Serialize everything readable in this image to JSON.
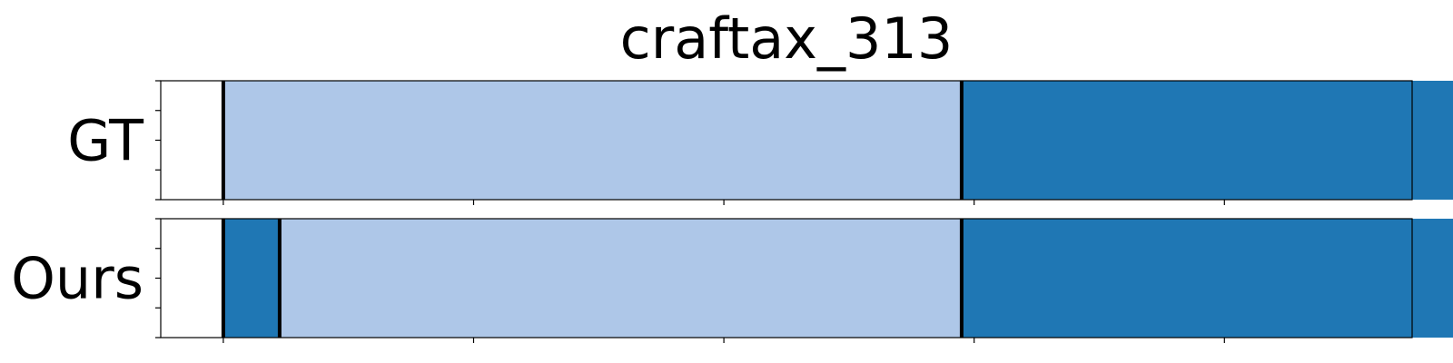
{
  "chart_data": {
    "type": "bar",
    "title": "craftax_313",
    "xlim": [
      0,
      100
    ],
    "show_x_tick_labels": false,
    "show_y_tick_labels": false,
    "x_tick_count": 6,
    "y_tick_count": 5,
    "boundary_color": "#000000",
    "colors": {
      "light": "#aec7e8",
      "dark": "#1f77b4"
    },
    "rows": [
      {
        "label": "GT",
        "segments": [
          {
            "start": 5,
            "end": 64,
            "color": "light"
          },
          {
            "start": 64,
            "end": 105,
            "color": "dark"
          }
        ]
      },
      {
        "label": "Ours",
        "segments": [
          {
            "start": 5,
            "end": 9.5,
            "color": "dark"
          },
          {
            "start": 9.5,
            "end": 64,
            "color": "light"
          },
          {
            "start": 64,
            "end": 105,
            "color": "dark"
          }
        ]
      }
    ]
  }
}
